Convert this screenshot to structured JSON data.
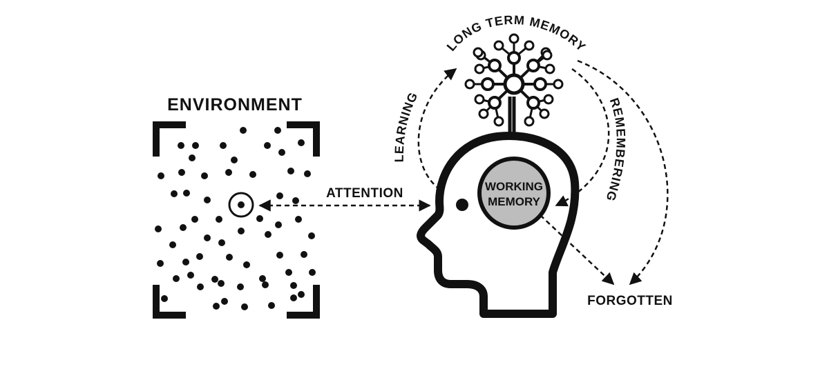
{
  "labels": {
    "environment": "ENVIRONMENT",
    "attention": "ATTENTION",
    "long_term_memory": "LONG TERM MEMORY",
    "learning": "LEARNING",
    "remembering": "REMEMBERING",
    "working_memory_line1": "WORKING",
    "working_memory_line2": "MEMORY",
    "forgotten": "FORGOTTEN"
  },
  "icons": {
    "environment_frame": "corner-bracket-frame",
    "focus_target": "target-circle-icon",
    "head": "human-head-profile-icon",
    "long_term_memory": "neuron-tree-icon"
  },
  "colors": {
    "ink": "#111111",
    "working_memory_fill": "#bdbdbd",
    "background": "#ffffff"
  }
}
